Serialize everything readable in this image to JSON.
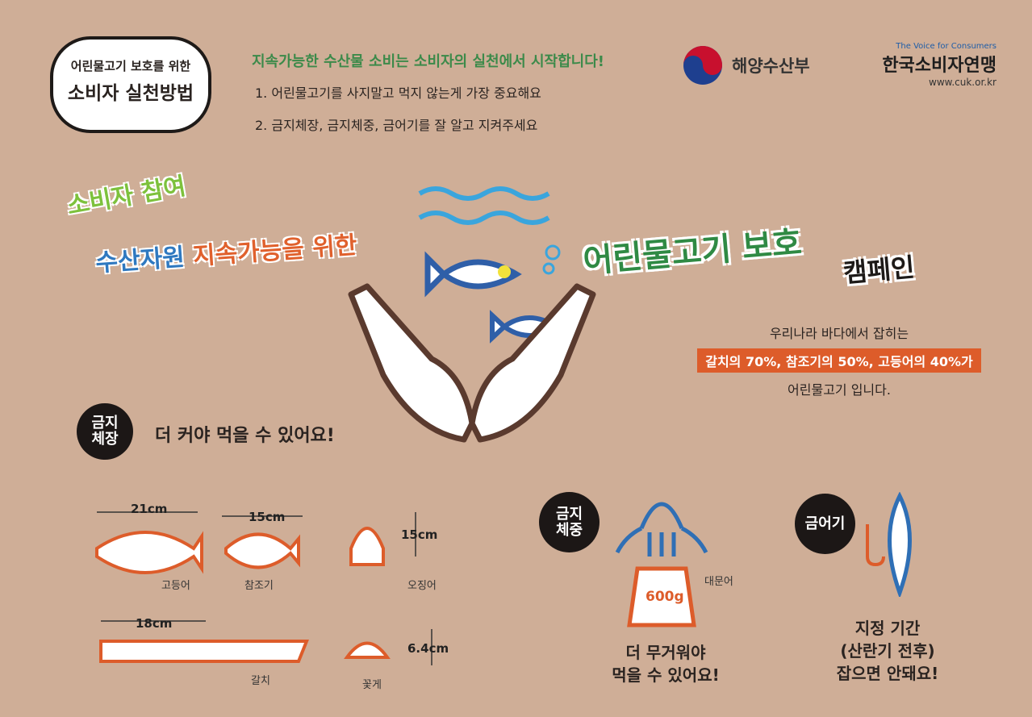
{
  "bubble": {
    "small": "어린물고기 보호를 위한",
    "big": "소비자 실천방법"
  },
  "headline": "지속가능한 수산물 소비는 소비자의 실천에서 시작합니다!",
  "rules": [
    "1. 어린물고기를 사지말고 먹지 않는게 가장 중요해요",
    "2. 금지체장, 금지체중, 금어기를 잘 알고 지켜주세요"
  ],
  "logos": {
    "ministry": "해양수산부",
    "voice": "The Voice for Consumers",
    "cuk": "한국소비자연맹",
    "url": "www.cuk.or.kr"
  },
  "title": {
    "line1": "소비자 참여",
    "line2a": "수산자원 ",
    "line2b": "지속가능을 위한",
    "main": "어린물고기 보호",
    "campaign": "캠페인"
  },
  "stat": {
    "line1": "우리나라 바다에서 잡히는",
    "highlight": "갈치의 70%, 참조기의 50%, 고등어의 40%가",
    "line3": "어린물고기 입니다."
  },
  "size_limit": {
    "badge": "금지\n체장",
    "caption": "더 커야 먹을 수 있어요!",
    "items": [
      {
        "name": "고등어",
        "size": "21cm"
      },
      {
        "name": "참조기",
        "size": "15cm"
      },
      {
        "name": "오징어",
        "size": "15cm"
      },
      {
        "name": "갈치",
        "size": "18cm"
      },
      {
        "name": "꽃게",
        "size": "6.4cm"
      }
    ]
  },
  "weight_limit": {
    "badge": "금지\n체중",
    "animal": "대문어",
    "weight": "600g",
    "caption1": "더 무거워야",
    "caption2": "먹을 수 있어요!"
  },
  "closed_season": {
    "badge": "금어기",
    "caption1": "지정 기간",
    "caption2": "(산란기 전후)",
    "caption3": "잡으면 안돼요!"
  },
  "colors": {
    "orange": "#dd5c2a",
    "blue": "#2f6fb5",
    "green": "#2f8a44"
  }
}
